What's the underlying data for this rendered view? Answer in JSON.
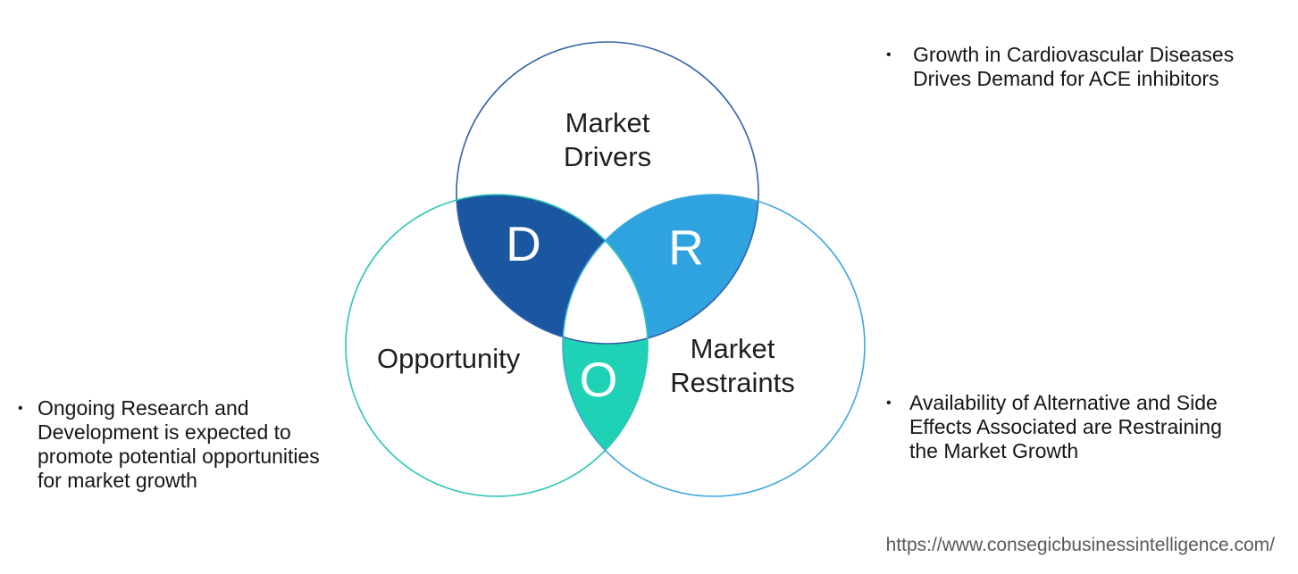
{
  "venn": {
    "circles": {
      "drivers": {
        "label": "Market\nDrivers",
        "outline_color": "#3163a9"
      },
      "opportunity": {
        "label": "Opportunity",
        "outline_color": "#2cc6b6"
      },
      "restraints": {
        "label": "Market\nRestraints",
        "outline_color": "#3ea7de"
      }
    },
    "regions": {
      "d": {
        "letter": "D",
        "color": "#1a57a0"
      },
      "r": {
        "letter": "R",
        "color": "#2fa3e0"
      },
      "o": {
        "letter": "O",
        "color": "#1fd2b5"
      }
    },
    "center_color": "#ffffff"
  },
  "notes": {
    "drivers": {
      "bullet": "•",
      "text": "Growth in Cardiovascular Diseases\nDrives Demand for ACE inhibitors"
    },
    "opportunity": {
      "bullet": "•",
      "text": "Ongoing Research and\nDevelopment is expected to\npromote potential opportunities\nfor market growth"
    },
    "restraints": {
      "bullet": "•",
      "text": "Availability of Alternative and Side\nEffects Associated are Restraining\nthe Market Growth"
    }
  },
  "footer": {
    "source_url": "https://www.consegicbusinessintelligence.com/"
  }
}
